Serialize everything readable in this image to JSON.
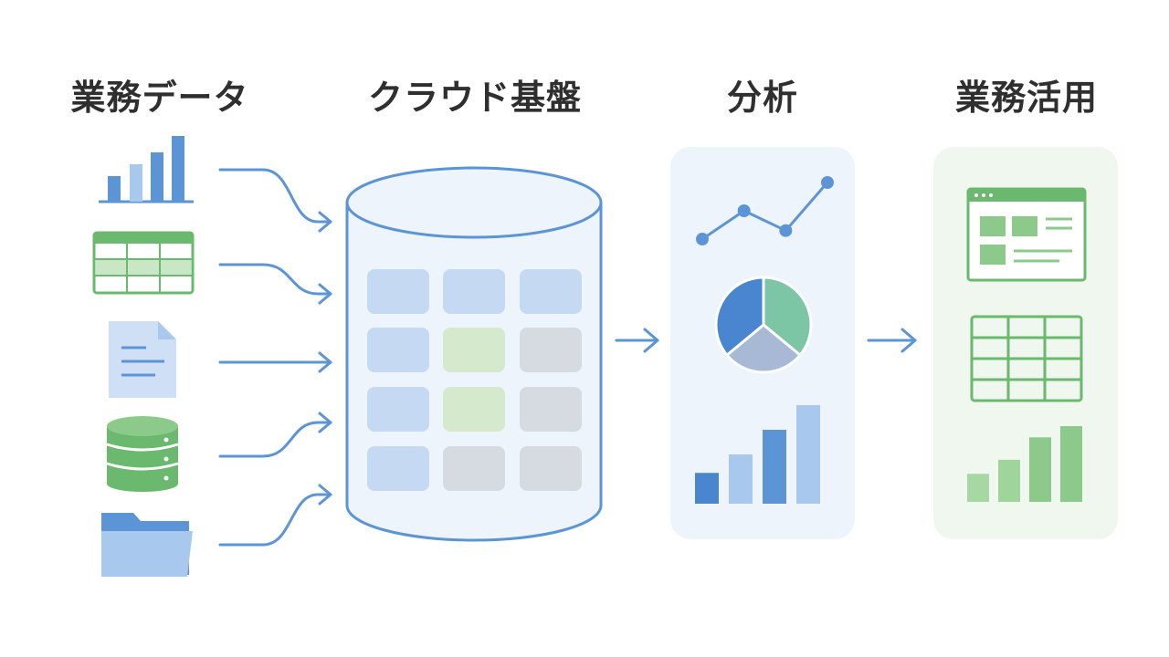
{
  "headings": {
    "business_data": "業務データ",
    "cloud_platform": "クラウド基盤",
    "analysis": "分析",
    "business_use": "業務活用"
  },
  "colors": {
    "blue": "#5b95d6",
    "blue_light": "#a9c8ee",
    "blue_dark": "#4a86cf",
    "green": "#6ab96f",
    "green_light": "#c9e6c7",
    "teal": "#7cc6a6",
    "slate": "#a7b9d4",
    "gray_cell": "#d6dbe2",
    "panel_blue": "#eef4fc",
    "panel_green": "#eff7ee"
  },
  "icons": [
    "bar-chart-icon",
    "spreadsheet-icon",
    "document-icon",
    "database-icon",
    "folder-icon"
  ],
  "analysis": {
    "line_points": [
      1,
      2,
      1.3,
      3
    ],
    "pie_slices": [
      0.36,
      0.28,
      0.36
    ],
    "bars": [
      1,
      1.6,
      2.4,
      3.2
    ]
  },
  "business_use": {
    "bars": [
      1,
      1.5,
      2.3,
      2.7
    ]
  }
}
